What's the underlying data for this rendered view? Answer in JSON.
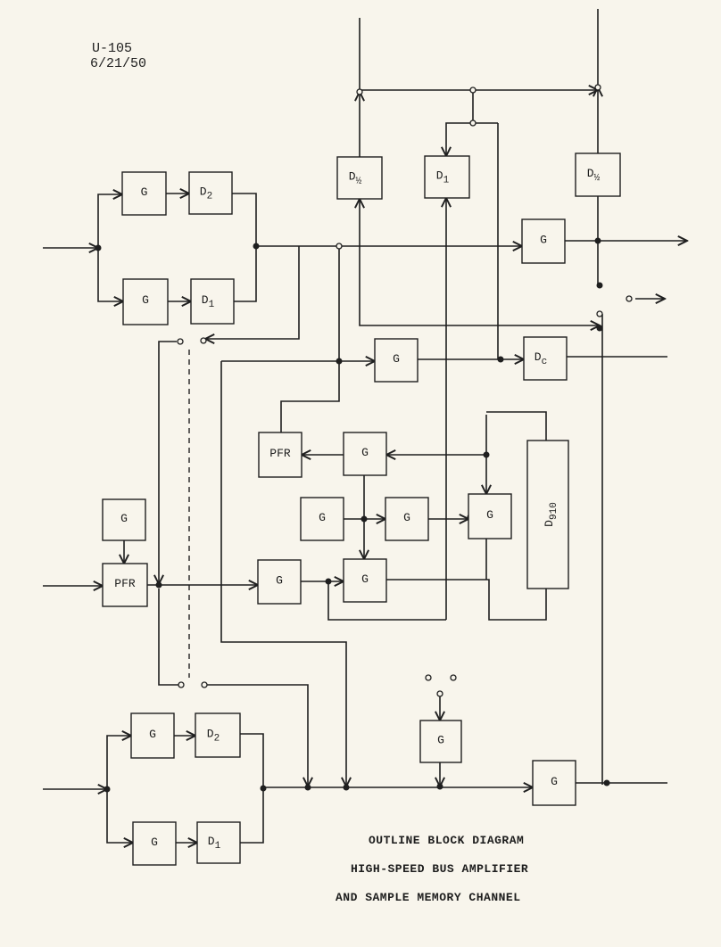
{
  "header": {
    "doc_number": "U-105",
    "date": "6/21/50"
  },
  "title": {
    "line1": "OUTLINE BLOCK DIAGRAM",
    "line2": "HIGH-SPEED BUS AMPLIFIER",
    "line3": "AND SAMPLE MEMORY CHANNEL"
  },
  "blocks": [
    {
      "id": "g-top-upper",
      "main": "G",
      "sub": ""
    },
    {
      "id": "d2-top",
      "main": "D",
      "sub": "2"
    },
    {
      "id": "g-top-lower",
      "main": "G",
      "sub": ""
    },
    {
      "id": "d1-top",
      "main": "D",
      "sub": "1"
    },
    {
      "id": "dhalf-left",
      "main": "D",
      "sub": "½"
    },
    {
      "id": "d1-upper",
      "main": "D",
      "sub": "1"
    },
    {
      "id": "dhalf-right",
      "main": "D",
      "sub": "½"
    },
    {
      "id": "g-bus-right",
      "main": "G",
      "sub": ""
    },
    {
      "id": "g-mid",
      "main": "G",
      "sub": ""
    },
    {
      "id": "dc",
      "main": "D",
      "sub": "c"
    },
    {
      "id": "pfr-mid",
      "main": "PFR",
      "sub": ""
    },
    {
      "id": "g-pfr",
      "main": "G",
      "sub": ""
    },
    {
      "id": "d910",
      "main": "D",
      "sub": "910"
    },
    {
      "id": "g-row-a",
      "main": "G",
      "sub": ""
    },
    {
      "id": "g-row-b",
      "main": "G",
      "sub": ""
    },
    {
      "id": "g-row-c",
      "main": "G",
      "sub": ""
    },
    {
      "id": "g-left",
      "main": "G",
      "sub": ""
    },
    {
      "id": "pfr-left",
      "main": "PFR",
      "sub": ""
    },
    {
      "id": "g-pfr-out",
      "main": "G",
      "sub": ""
    },
    {
      "id": "g-lower-mid",
      "main": "G",
      "sub": ""
    },
    {
      "id": "g-bottom-center",
      "main": "G",
      "sub": ""
    },
    {
      "id": "g-bot-upper",
      "main": "G",
      "sub": ""
    },
    {
      "id": "d2-bot",
      "main": "D",
      "sub": "2"
    },
    {
      "id": "g-bot-lower",
      "main": "G",
      "sub": ""
    },
    {
      "id": "d1-bot",
      "main": "D",
      "sub": "1"
    },
    {
      "id": "g-bot-right",
      "main": "G",
      "sub": ""
    }
  ]
}
